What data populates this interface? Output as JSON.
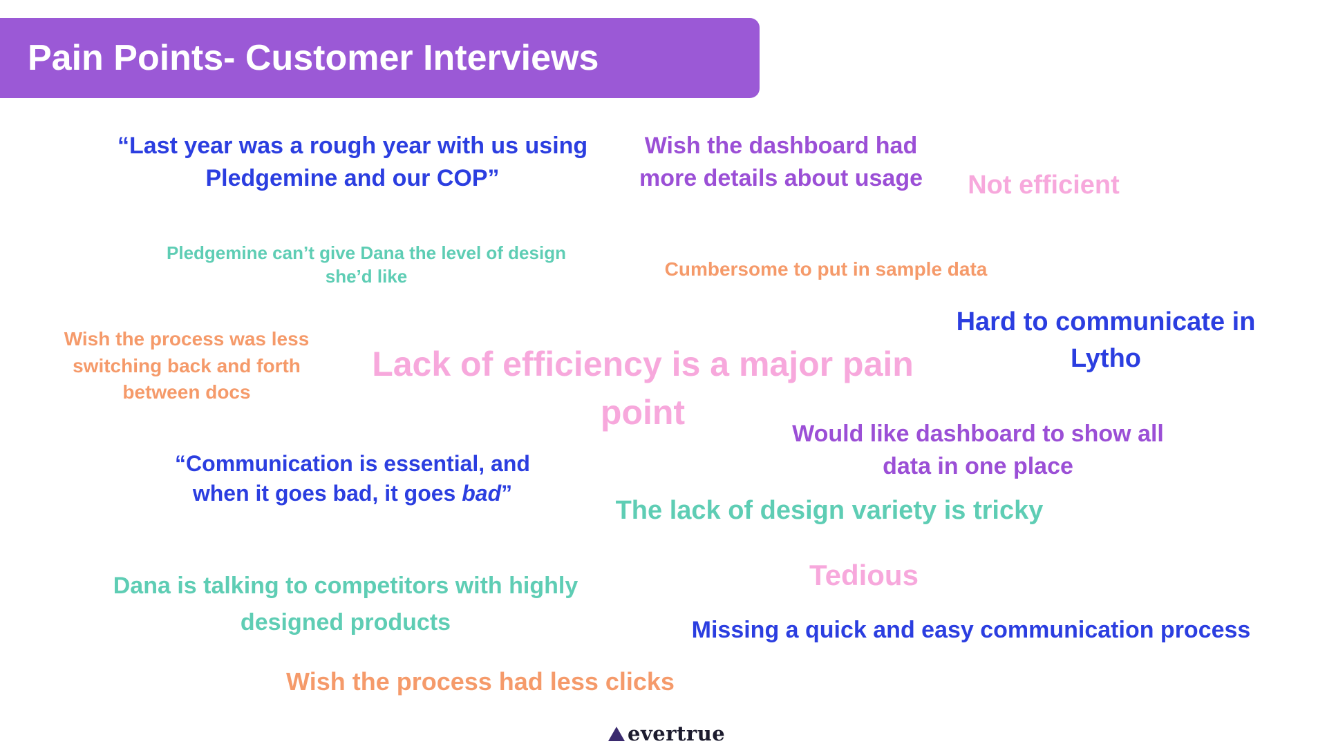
{
  "header": {
    "title": "Pain Points- Customer Interviews",
    "background": "#9b59d6"
  },
  "colors": {
    "blue": "#2b3ee0",
    "purple": "#9b4fd6",
    "pink": "#f7a8dc",
    "teal": "#5ecdb4",
    "orange": "#f59a6a"
  },
  "notes": {
    "rough_year": {
      "line1": "“Last year was a rough year with us using",
      "line2": "Pledgemine and our COP”"
    },
    "dashboard_details": {
      "line1": "Wish the dashboard had",
      "line2": "more details about usage"
    },
    "not_efficient": {
      "line1": "Not efficient"
    },
    "design_level": {
      "line1": "Pledgemine can’t give Dana the level of design",
      "line2": "she’d like"
    },
    "sample_data": {
      "line1": "Cumbersome to put in sample data"
    },
    "hard_communicate": {
      "line1": "Hard to communicate in",
      "line2": "Lytho"
    },
    "switching": {
      "line1": "Wish the process was less",
      "line2": "switching back and forth",
      "line3": "between docs"
    },
    "major_pain": {
      "line1": "Lack of efficiency is a major pain",
      "line2": "point"
    },
    "dashboard_all": {
      "line1": "Would like dashboard to show all",
      "line2": "data in one place"
    },
    "communication": {
      "line1": "“Communication is essential, and",
      "line2_prefix": "when it goes bad, it goes ",
      "line2_emph": "bad",
      "line2_suffix": "”"
    },
    "design_variety": {
      "line1": "The lack of design variety is tricky"
    },
    "tedious": {
      "line1": "Tedious"
    },
    "competitors": {
      "line1": "Dana is talking to competitors with highly",
      "line2": "designed products"
    },
    "missing_process": {
      "line1": "Missing a quick and easy communication process"
    },
    "less_clicks": {
      "line1": "Wish the process had less clicks"
    }
  },
  "logo": {
    "text": "evertrue",
    "icon": "triangle-logo-icon"
  }
}
